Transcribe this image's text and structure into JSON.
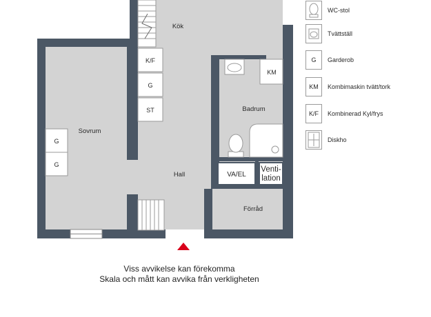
{
  "rooms": {
    "kok": "Kök",
    "sovrum": "Sovrum",
    "hall": "Hall",
    "badrum": "Badrum",
    "forrad": "Förråd"
  },
  "fixtures": {
    "kf": "K/F",
    "g": "G",
    "st": "ST",
    "km": "KM",
    "vael": "VA/EL",
    "ventilation_line1": "Venti-",
    "ventilation_line2": "lation"
  },
  "legend": [
    {
      "symbol": "",
      "icon": "wc-icon",
      "label": "WC-stol"
    },
    {
      "symbol": "",
      "icon": "sink-icon",
      "label": "Tvättställ"
    },
    {
      "symbol": "G",
      "icon": "",
      "label": "Garderob"
    },
    {
      "symbol": "KM",
      "icon": "",
      "label": "Kombimaskin tvätt/tork"
    },
    {
      "symbol": "K/F",
      "icon": "",
      "label": "Kombinerad Kyl/frys"
    },
    {
      "symbol": "",
      "icon": "dishwasher-icon",
      "label": "Diskho"
    }
  ],
  "footer": {
    "line1": "Viss avvikelse kan förekomma",
    "line2": "Skala och mått kan avvika från verkligheten"
  },
  "colors": {
    "wall": "#4b5765",
    "floor": "#d3d3d3",
    "entrance_arrow": "#d9001b"
  }
}
